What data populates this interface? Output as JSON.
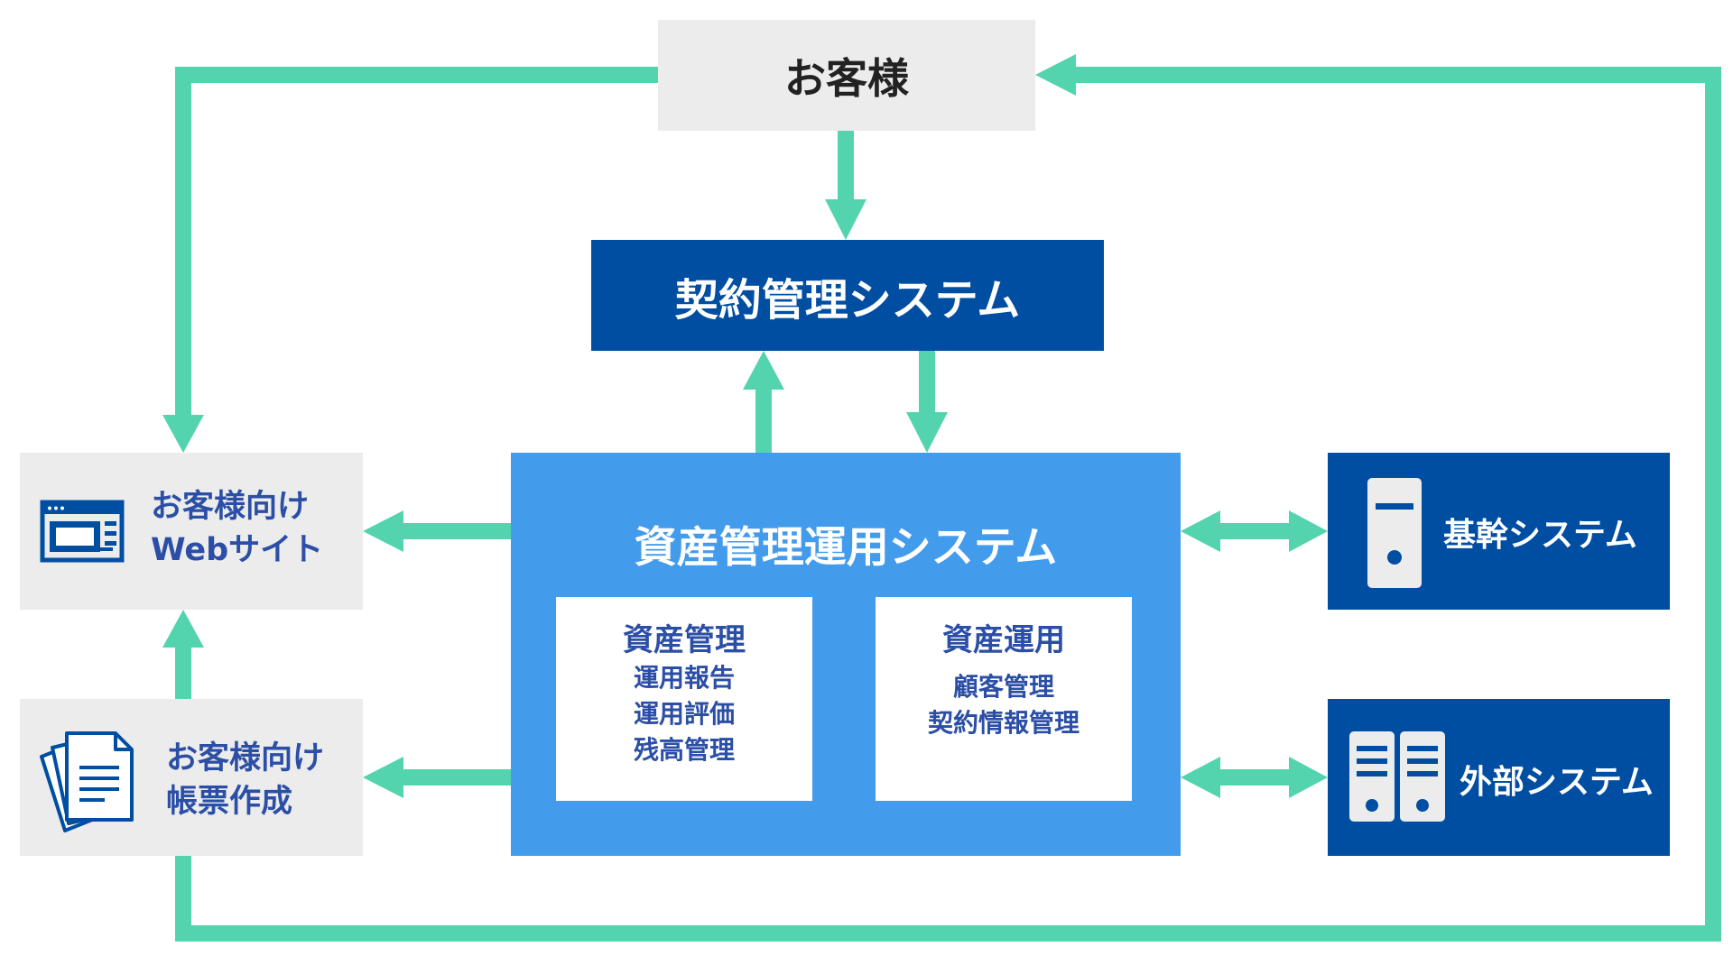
{
  "customer": {
    "label": "お客様"
  },
  "contract_system": {
    "label": "契約管理システム"
  },
  "asset_system": {
    "label": "資産管理運用システム",
    "asset_management": {
      "title": "資産管理",
      "items": [
        "運用報告",
        "運用評価",
        "残高管理"
      ]
    },
    "asset_operation": {
      "title": "資産運用",
      "items": [
        "顧客管理",
        "契約情報管理"
      ]
    }
  },
  "customer_web": {
    "line1": "お客様向け",
    "line2": "Webサイト",
    "icon": "browser-window-icon"
  },
  "customer_forms": {
    "line1": "お客様向け",
    "line2": "帳票作成",
    "icon": "documents-icon"
  },
  "core_system": {
    "label": "基幹システム",
    "icon": "server-tower-icon"
  },
  "external_system": {
    "label": "外部システム",
    "icon": "server-rack-icon"
  },
  "colors": {
    "arrow": "#53d4ae",
    "navy": "#004ea2",
    "sky": "#439bec",
    "gray": "#ececec",
    "label_blue": "#2b4ea6"
  }
}
